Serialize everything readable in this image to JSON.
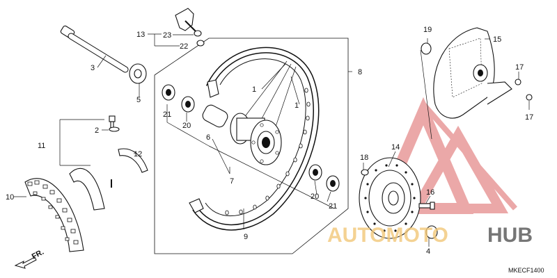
{
  "diagram": {
    "code": "MKECF1400",
    "direction_label": "FR.",
    "callouts": [
      "1",
      "1",
      "2",
      "3",
      "4",
      "5",
      "6",
      "7",
      "8",
      "9",
      "10",
      "11",
      "12",
      "13",
      "14",
      "15",
      "16",
      "17",
      "17",
      "18",
      "19",
      "20",
      "20",
      "21",
      "21",
      "22",
      "23"
    ],
    "labels": {
      "c1a": "1",
      "c1b": "1",
      "c2": "2",
      "c3": "3",
      "c4": "4",
      "c5": "5",
      "c6": "6",
      "c7": "7",
      "c8": "8",
      "c9": "9",
      "c10": "10",
      "c11": "11",
      "c12": "12",
      "c13": "13",
      "c14": "14",
      "c15": "15",
      "c16": "16",
      "c17a": "17",
      "c17b": "17",
      "c18": "18",
      "c19": "19",
      "c20a": "20",
      "c20b": "20",
      "c21a": "21",
      "c21b": "21",
      "c22": "22",
      "c23": "23"
    }
  },
  "watermark": {
    "text_part1": "AUTOMOTO",
    "text_part2": "HUB",
    "color_primary": "#e8a6a6",
    "color_secondary": "#f2c879"
  }
}
